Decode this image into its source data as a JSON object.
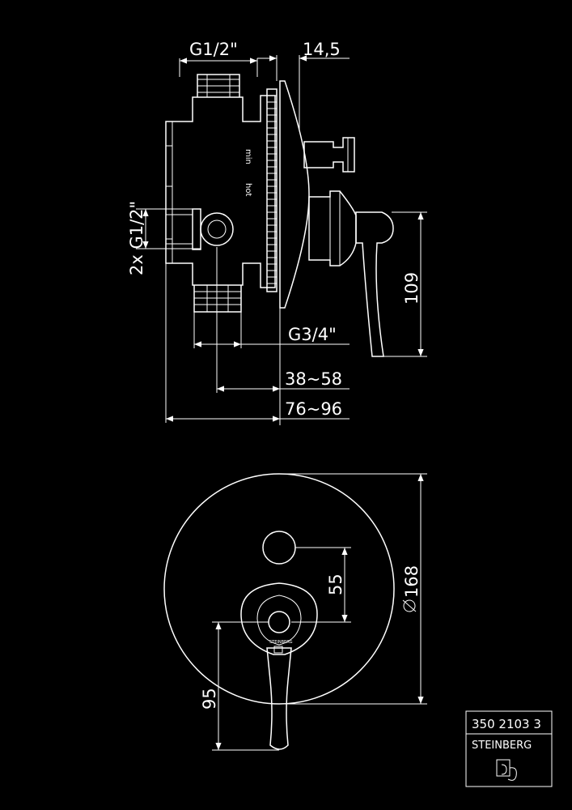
{
  "dimensions": {
    "g12_top": "G1/2\"",
    "d145": "14,5",
    "two_g12": "2x G1/2\"",
    "d109": "109",
    "g34": "G3/4\"",
    "d3858": "38~58",
    "d7696": "76~96",
    "d55": "55",
    "d168": "168",
    "d95": "95"
  },
  "body_labels": {
    "min": "min",
    "hot": "hot"
  },
  "handle_brand": "STEINBERG",
  "title_block": {
    "code": "350 2103 3",
    "brand": "STEINBERG"
  },
  "colors": {
    "background": "#000000",
    "lines": "#ffffff"
  }
}
